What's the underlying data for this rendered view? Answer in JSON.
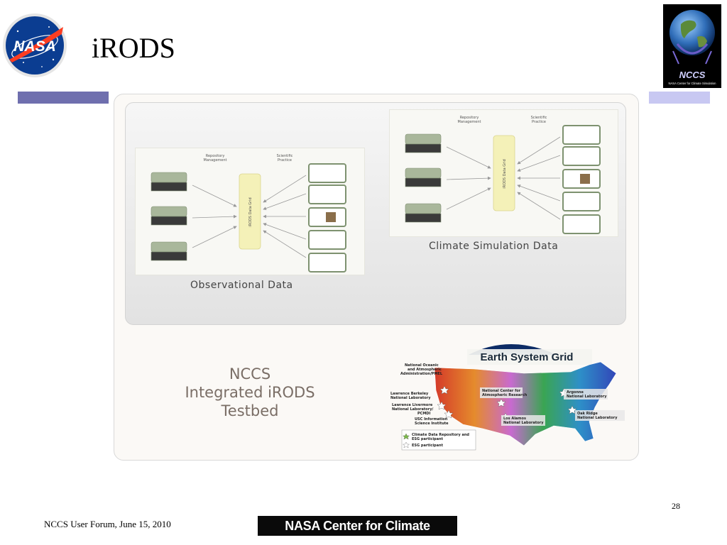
{
  "slide": {
    "title": "iRODS",
    "page_number": "28",
    "footer_text": "NCCS User Forum, June 15, 2010",
    "footer_logo_text": "NASA Center for Climate Simulation"
  },
  "logos": {
    "nasa_text": "NASA",
    "nccs_text": "NCCS",
    "nccs_subtext": "NASA Center for Climate Simulation"
  },
  "colors": {
    "bar_left": "#6f6fae",
    "bar_right": "#c8c8f2",
    "testbed_text": "#7a6e66",
    "nasa_blue": "#0b3d91",
    "nasa_red": "#fc3d21"
  },
  "diagram": {
    "observational": {
      "caption": "Observational Data",
      "col_repo": [
        "Repository",
        "Management"
      ],
      "col_sci": [
        "Scientific",
        "Practice"
      ],
      "grid_label": "iRODS Data Grid"
    },
    "climate": {
      "caption": "Climate Simulation Data",
      "col_repo": [
        "Repository",
        "Management"
      ],
      "col_sci": [
        "Scientific",
        "Practice"
      ],
      "grid_label": "iRODS Data Grid"
    }
  },
  "testbed": {
    "line1": "NCCS",
    "line2": "Integrated iRODS",
    "line3": "Testbed"
  },
  "map": {
    "title": "Earth System Grid",
    "labels": {
      "noaa": [
        "National Oceanic",
        "and Atmospheric",
        "Administration/PMEL"
      ],
      "lbnl": [
        "Lawrence Berkeley",
        "National Laboratory"
      ],
      "llnl": [
        "Lawrence Livermore",
        "National Laboratory/",
        "PCMDI"
      ],
      "usc": [
        "USC Information",
        "Science Institute"
      ],
      "ncar": [
        "National Center for",
        "Atmospheric Research"
      ],
      "argonne": [
        "Argonne",
        "National Laboratory"
      ],
      "ornl": [
        "Oak Ridge",
        "National Laboratory"
      ],
      "lanl": [
        "Los Alamos",
        "National Laboratory"
      ]
    },
    "legend": {
      "item1": [
        "Climate Data Repository and",
        "ESG participant"
      ],
      "item2": "ESG participant"
    }
  }
}
